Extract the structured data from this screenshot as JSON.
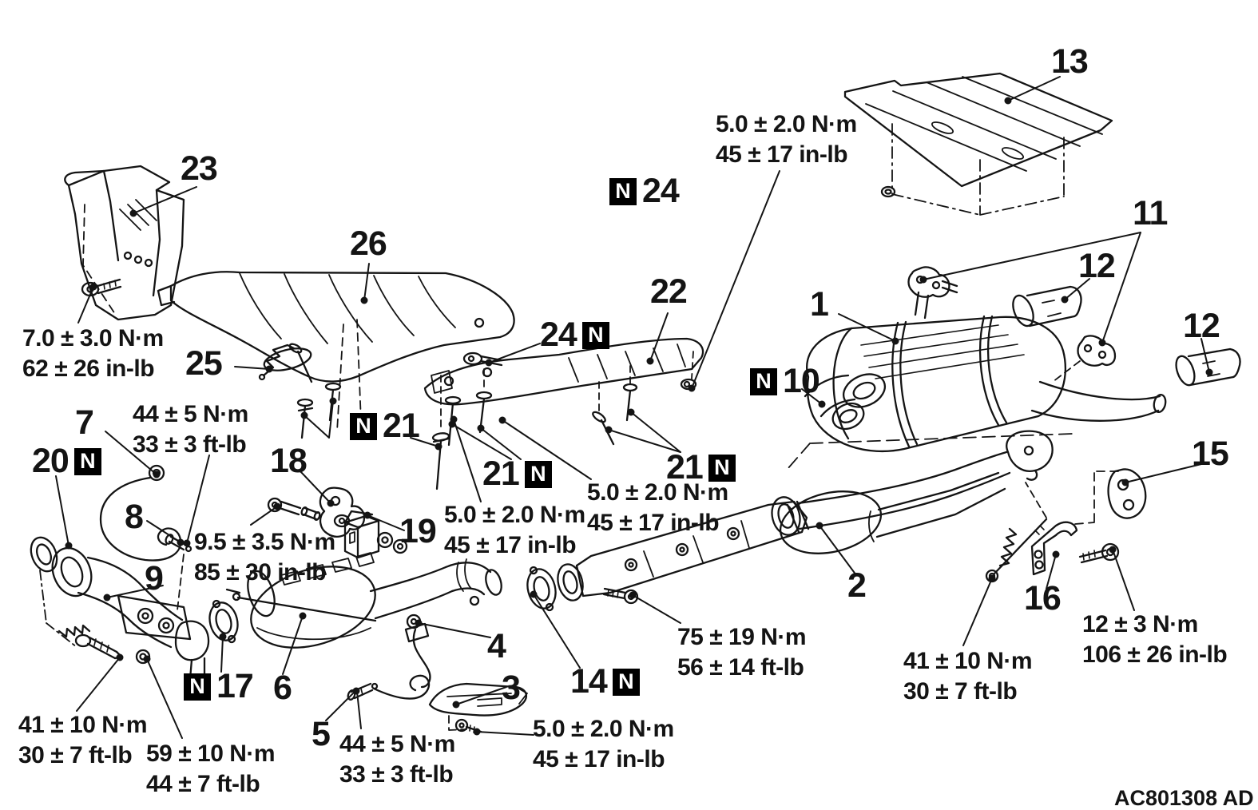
{
  "doc": {
    "code": "AC801308 AD"
  },
  "badge": {
    "letter": "N"
  },
  "parts": {
    "p1": "1",
    "p2": "2",
    "p3": "3",
    "p4": "4",
    "p5": "5",
    "p6": "6",
    "p7": "7",
    "p8": "8",
    "p9": "9",
    "p10": "10",
    "p11": "11",
    "p12": "12",
    "p13": "13",
    "p14": "14",
    "p15": "15",
    "p16": "16",
    "p17": "17",
    "p18": "18",
    "p19": "19",
    "p20": "20",
    "p21": "21",
    "p22": "22",
    "p23": "23",
    "p24": "24",
    "p25": "25",
    "p26": "26"
  },
  "torques": {
    "clip": {
      "metric": "5.0 ± 2.0 N·m",
      "imperial": "45 ± 17 in-lb"
    },
    "shield_bolt": {
      "metric": "7.0 ± 3.0 N·m",
      "imperial": "62 ± 26 in-lb"
    },
    "o2_sensor": {
      "metric": "44 ± 5 N·m",
      "imperial": "33 ± 3 ft-lb"
    },
    "hanger_bolt": {
      "metric": "9.5 ± 3.5 N·m",
      "imperial": "85 ± 30 in-lb"
    },
    "flange_bolt": {
      "metric": "75 ± 19 N·m",
      "imperial": "56 ± 14 ft-lb"
    },
    "spring_bolt": {
      "metric": "41 ± 10 N·m",
      "imperial": "30 ± 7 ft-lb"
    },
    "flange_nut": {
      "metric": "59 ± 10 N·m",
      "imperial": "44 ± 7 ft-lb"
    },
    "bracket_bolt": {
      "metric": "12 ± 3 N·m",
      "imperial": "106 ± 26 in-lb"
    }
  }
}
